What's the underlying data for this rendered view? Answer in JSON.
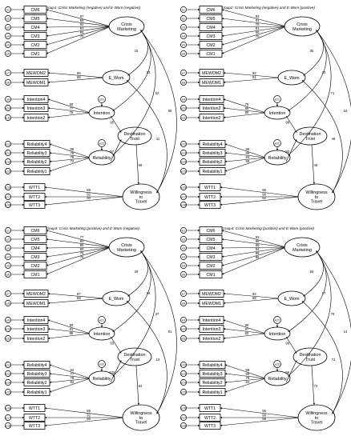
{
  "panels": [
    {
      "title": "Group1: Crisis Marketing (negative) and E-Wom (negative)",
      "crisis_items": [
        "CM6",
        "CM5",
        "CM4",
        "CM3",
        "CM2",
        "CM1"
      ],
      "crisis_loadings": [
        "67",
        "58",
        "82",
        "83",
        "65",
        "70"
      ],
      "crisis_errors": [
        "e1",
        "e2",
        "e3",
        "e4",
        "e5",
        "e6"
      ],
      "ewom_items": [
        "MEWOM2",
        "MEWOM1"
      ],
      "ewom_loadings": [
        "86",
        "88"
      ],
      "ewom_errors": [
        "e7",
        "e8"
      ],
      "intention_items": [
        "Intention4",
        "Intention3",
        "Intention2"
      ],
      "intention_loadings": [
        "80",
        "77",
        "76"
      ],
      "intention_errors": [
        "e9",
        "e10",
        "e11"
      ],
      "reliability_items": [
        "Reliability4",
        "Reliability3",
        "Reliability2",
        "Reliability1"
      ],
      "reliability_loadings": [
        "88",
        "78",
        "79",
        "72"
      ],
      "reliability_errors": [
        "e12",
        "e13",
        "e14",
        "e15"
      ],
      "wtt_items": [
        "WTT1",
        "WTT2",
        "WTT3"
      ],
      "wtt_loadings": [
        "89",
        "92",
        "90"
      ],
      "wtt_errors": [
        "e16",
        "e17",
        "e18"
      ],
      "latents": {
        "crisis": "Crisis Marketing",
        "ewom": "E_Wom",
        "intention": "Intention",
        "dest": "Destination Trust",
        "rel": "Reliability",
        "wtt": "Willingness to Travel"
      },
      "disturbances": {
        "intention": "e21",
        "rel": "e22"
      },
      "paths": {
        "int_dest": "95",
        "rel_dest": "97",
        "dest_wtt": "69"
      },
      "correlations": [
        "15",
        "23",
        "52",
        "68",
        "11"
      ]
    },
    {
      "title": "Group2: Crisis Marketing (negative) and E-Wom (positive)",
      "crisis_items": [
        "CM6",
        "CM5",
        "CM4",
        "CM3",
        "CM2",
        "CM1"
      ],
      "crisis_loadings": [
        "93",
        "91",
        "75",
        "81",
        "90",
        "70"
      ],
      "crisis_errors": [
        "e1",
        "e2",
        "e3",
        "e4",
        "e5",
        "e6"
      ],
      "ewom_items": [
        "MEWOM2",
        "MEWOM1"
      ],
      "ewom_loadings": [
        "92",
        "91"
      ],
      "ewom_errors": [
        "e7",
        "e8"
      ],
      "intention_items": [
        "Intention4",
        "Intention3",
        "Intention2"
      ],
      "intention_loadings": [
        "79",
        "85",
        "80"
      ],
      "intention_errors": [
        "e9",
        "e10",
        "e11"
      ],
      "reliability_items": [
        "Reliability4",
        "Reliability3",
        "Reliability2",
        "Reliability1"
      ],
      "reliability_loadings": [
        "86",
        "86",
        "84",
        "69"
      ],
      "reliability_errors": [
        "e12",
        "e13",
        "e14",
        "e15"
      ],
      "wtt_items": [
        "WTT1",
        "WTT2",
        "WTT3"
      ],
      "wtt_loadings": [
        "96",
        "96",
        "92"
      ],
      "wtt_errors": [
        "e16",
        "e17",
        "e18"
      ],
      "latents": {
        "crisis": "Crisis Marketing",
        "ewom": "E_Wom",
        "intention": "Intention",
        "dest": "Destination Trust",
        "rel": "Reliability",
        "wtt": "Willingness to Travel"
      },
      "disturbances": {
        "intention": "e21",
        "rel": "e22"
      },
      "paths": {
        "int_dest": "98",
        "rel_dest": "93",
        "dest_wtt": "46"
      },
      "correlations": [
        "35",
        "23",
        "71",
        "34",
        "46"
      ]
    },
    {
      "title": "Group3: Crisis Marketing (positive) and E-Wom (negative)",
      "crisis_items": [
        "CM6",
        "CM5",
        "CM4",
        "CM3",
        "CM2",
        "CM1"
      ],
      "crisis_loadings": [
        "77",
        "80",
        "86",
        "80",
        "75",
        "76"
      ],
      "crisis_errors": [
        "e1",
        "e2",
        "e3",
        "e4",
        "e5",
        "e6"
      ],
      "ewom_items": [
        "MEWOM2",
        "MEWOM1"
      ],
      "ewom_loadings": [
        "87",
        "88"
      ],
      "ewom_errors": [
        "e7",
        "e8"
      ],
      "intention_items": [
        "Intention4",
        "Intention3",
        "Intention2"
      ],
      "intention_loadings": [
        "80",
        "81",
        "85"
      ],
      "intention_errors": [
        "e9",
        "e10",
        "e11"
      ],
      "reliability_items": [
        "Reliability4",
        "Reliability3",
        "Reliability2",
        "Reliability1"
      ],
      "reliability_loadings": [
        "84",
        "77",
        "78",
        "82"
      ],
      "reliability_errors": [
        "e12",
        "e13",
        "e14",
        "e15"
      ],
      "wtt_items": [
        "WTT1",
        "WTT2",
        "WTT3"
      ],
      "wtt_loadings": [
        "89",
        "92",
        "90"
      ],
      "wtt_errors": [
        "e16",
        "e17",
        "e18"
      ],
      "latents": {
        "crisis": "Crisis Marketing",
        "ewom": "E_Wom",
        "intention": "Intention",
        "dest": "Destination Trust",
        "rel": "Reliability",
        "wtt": "Willingness to Travel"
      },
      "disturbances": {
        "intention": "e21",
        "rel": "e22"
      },
      "paths": {
        "int_dest": "93",
        "rel_dest": "132",
        "dest_wtt": "84"
      },
      "correlations": [
        "29",
        "34",
        "37",
        "81",
        "10"
      ]
    },
    {
      "title": "Group4: Crisis Marketing (positive) and E-Wom (positive)",
      "crisis_items": [
        "CM6",
        "CM5",
        "CM4",
        "CM3",
        "CM2",
        "CM1"
      ],
      "crisis_loadings": [
        "83",
        "86",
        "89",
        "84",
        "88",
        "86"
      ],
      "crisis_errors": [
        "e1",
        "e2",
        "e3",
        "e4",
        "e5",
        "e6"
      ],
      "ewom_items": [
        "MEWOM2",
        "MEWOM1"
      ],
      "ewom_loadings": [
        "92",
        "88"
      ],
      "ewom_errors": [
        "e7",
        "e8"
      ],
      "intention_items": [
        "Intention4",
        "Intention3",
        "Intention2"
      ],
      "intention_loadings": [
        "90",
        "87",
        "82"
      ],
      "intention_errors": [
        "e9",
        "e10",
        "e11"
      ],
      "reliability_items": [
        "Reliability4",
        "Reliability3",
        "Reliability2",
        "Reliability1"
      ],
      "reliability_loadings": [
        "68",
        "80",
        "79",
        "84"
      ],
      "reliability_errors": [
        "e12",
        "e13",
        "e14",
        "e15"
      ],
      "wtt_items": [
        "WTT1",
        "WTT2",
        "WTT3"
      ],
      "wtt_loadings": [
        "95",
        "98",
        "98"
      ],
      "wtt_errors": [
        "e16",
        "e17",
        "e18"
      ],
      "latents": {
        "crisis": "Crisis Marketing",
        "ewom": "E_Wom",
        "intention": "Intention",
        "dest": "Destination Trust",
        "rel": "Reliability",
        "wtt": "Willingness to Travel"
      },
      "disturbances": {
        "intention": "e21",
        "rel": "e22"
      },
      "paths": {
        "int_dest": "96",
        "rel_dest": "96",
        "dest_wtt": "72"
      },
      "correlations": [
        "50",
        "17",
        "76",
        "14",
        "72"
      ]
    }
  ]
}
